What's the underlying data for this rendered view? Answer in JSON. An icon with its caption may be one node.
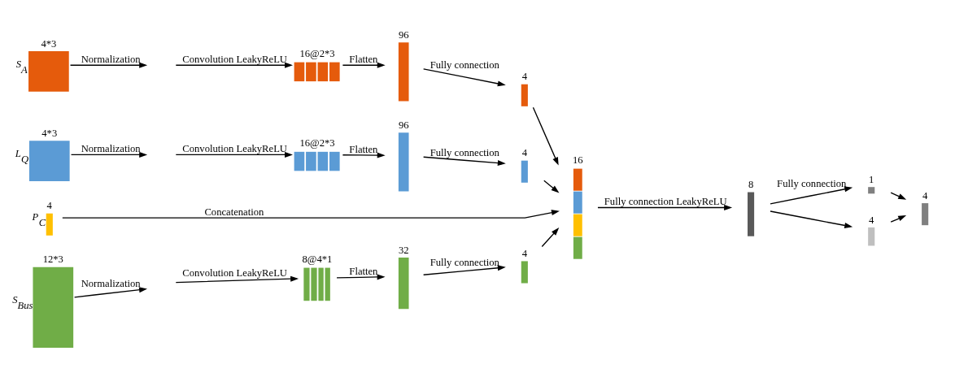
{
  "diagram": {
    "nodes": [
      {
        "text": [
          "4*3"
        ],
        "beside": [
          "S$_{A}$"
        ]
      },
      {
        "text": [
          "16@2*3"
        ]
      },
      {
        "text": [
          "96"
        ]
      },
      {
        "text": [
          "4"
        ]
      },
      {
        "text": [
          "4*3"
        ],
        "beside": [
          "L$_{Q}$"
        ]
      },
      {
        "text": [
          "16@2*3"
        ]
      },
      {
        "text": [
          "96"
        ]
      },
      {
        "text": [
          "4"
        ]
      },
      {
        "text": [
          "4"
        ],
        "beside": [
          "P$_{C}$"
        ]
      },
      {
        "text": [
          "12*3"
        ],
        "beside": [
          "S$_{Bus}$"
        ]
      },
      {
        "text": [
          "8@4*1"
        ]
      },
      {
        "text": [
          "32"
        ]
      },
      {
        "text": [
          "4"
        ]
      },
      {
        "text": [
          "16"
        ]
      },
      {
        "text": [
          "8"
        ]
      },
      {
        "text": [
          "1"
        ]
      },
      {
        "text": [
          "4"
        ]
      },
      {
        "text": [
          "4"
        ]
      }
    ],
    "edges": [
      {
        "from": 0,
        "to": null,
        "arrow": "to",
        "label": "Normalization"
      },
      {
        "from": null,
        "to": 1,
        "arrow": "to",
        "label": "Convolution LeakyReLU"
      },
      {
        "from": 1,
        "to": 2,
        "arrow": "to",
        "label": "Flatten"
      },
      {
        "from": 2,
        "to": 3,
        "arrow": "to",
        "label": "Fully connection"
      },
      {
        "from": 4,
        "to": null,
        "arrow": "to",
        "label": "Normalization"
      },
      {
        "from": null,
        "to": 5,
        "arrow": "to",
        "label": "Convolution LeakyReLU"
      },
      {
        "from": 5,
        "to": 6,
        "arrow": "to",
        "label": "Flatten"
      },
      {
        "from": 6,
        "to": 7,
        "arrow": "to",
        "label": "Fully connection"
      },
      {
        "from": 9,
        "to": null,
        "arrow": "to",
        "label": "Normalization"
      },
      {
        "from": null,
        "to": 10,
        "arrow": "to",
        "label": "Convolution LeakyReLU"
      },
      {
        "from": 10,
        "to": 11,
        "arrow": "to",
        "label": "Flatten"
      },
      {
        "from": 11,
        "to": 12,
        "arrow": "to",
        "label": "Fully connection"
      },
      {
        "from": 3,
        "to": 13,
        "arrow": "to"
      },
      {
        "from": 7,
        "to": 13,
        "arrow": "to"
      },
      {
        "from": 8,
        "to": 13,
        "arrow": "to",
        "label": "Concatenation"
      },
      {
        "from": 12,
        "to": 13,
        "arrow": "to"
      },
      {
        "from": 13,
        "to": 14,
        "arrow": "to",
        "label": "Fully connection LeakyReLU"
      },
      {
        "from": 14,
        "to": 15,
        "arrow": "to",
        "label": "Fully connection"
      },
      {
        "from": 14,
        "to": 16,
        "arrow": "to"
      },
      {
        "from": 15,
        "to": 17,
        "arrow": "to"
      },
      {
        "from": 16,
        "to": 17,
        "arrow": "to"
      }
    ]
  }
}
